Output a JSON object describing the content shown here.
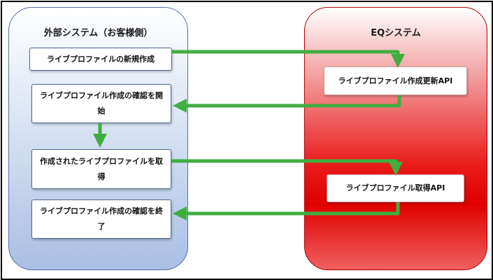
{
  "lanes": {
    "left_title": "外部システム（お客様側）",
    "right_title": "EQシステム"
  },
  "steps": {
    "new_profile": "ライブプロファイルの新規作成",
    "confirm_start": "ライブプロファイル作成の確認を開始",
    "get_created": "作成されたライブプロファイルを取得",
    "confirm_end": "ライブプロファイル作成の確認を終了"
  },
  "apis": {
    "create_update": "ライブプロファイル作成更新API",
    "get": "ライブプロファイル取得API"
  },
  "colors": {
    "arrow_green": "#3fae3f",
    "left_lane_border": "#4f6fa0",
    "right_lane_fill": "#e00000"
  }
}
